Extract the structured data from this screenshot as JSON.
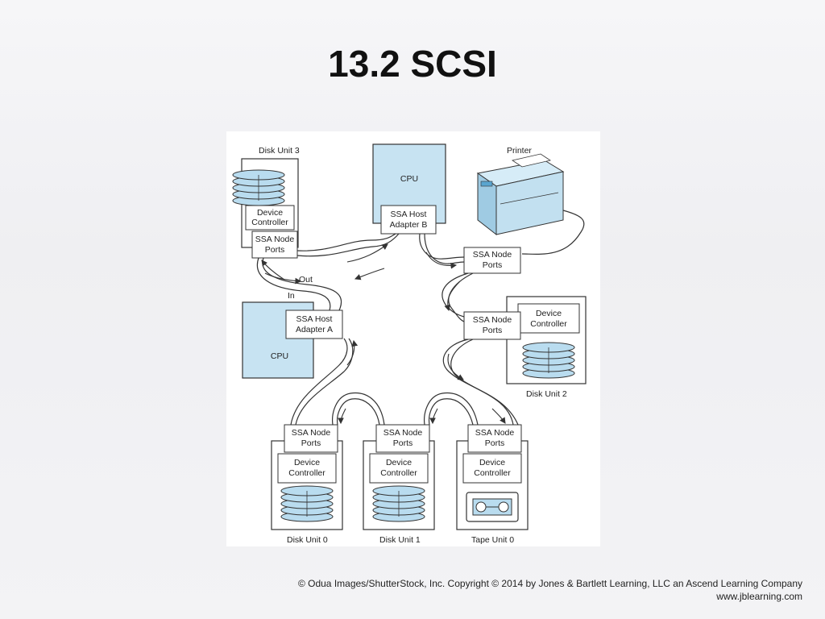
{
  "title": "13.2 SCSI",
  "diagram": {
    "disk_unit_3": "Disk Unit 3",
    "disk_unit_2": "Disk Unit 2",
    "disk_unit_0": "Disk Unit 0",
    "disk_unit_1": "Disk Unit 1",
    "tape_unit_0": "Tape Unit 0",
    "printer": "Printer",
    "cpu": "CPU",
    "device_controller": [
      "Device",
      "Controller"
    ],
    "ssa_node_ports": [
      "SSA Node",
      "Ports"
    ],
    "host_adapter_a": [
      "SSA Host",
      "Adapter A"
    ],
    "host_adapter_b": [
      "SSA Host",
      "Adapter B"
    ],
    "out_label": "Out",
    "in_label": "In"
  },
  "footer": {
    "copyright": "© Odua Images/ShutterStock, Inc. Copyright © 2014 by Jones & Bartlett Learning, LLC an Ascend Learning Company",
    "website": "www.jblearning.com"
  },
  "colors": {
    "cpu_fill": "#c7e3f2",
    "disk_fill": "#b9dcef",
    "line": "#333333"
  }
}
